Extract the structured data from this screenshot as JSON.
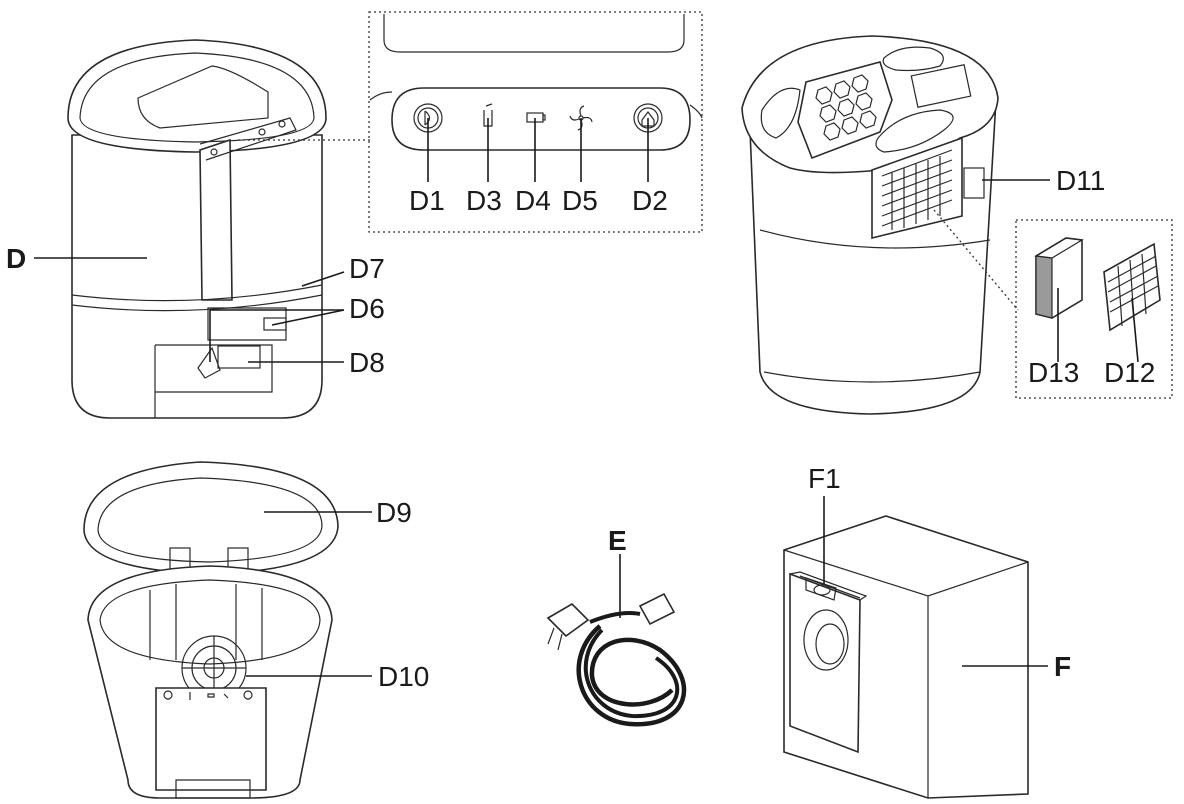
{
  "labels": {
    "d": "D",
    "d1": "D1",
    "d2": "D2",
    "d3": "D3",
    "d4": "D4",
    "d5": "D5",
    "d6": "D6",
    "d7": "D7",
    "d8": "D8",
    "d9": "D9",
    "d10": "D10",
    "d11": "D11",
    "d12": "D12",
    "d13": "D13",
    "e": "E",
    "f": "F",
    "f1": "F1"
  }
}
